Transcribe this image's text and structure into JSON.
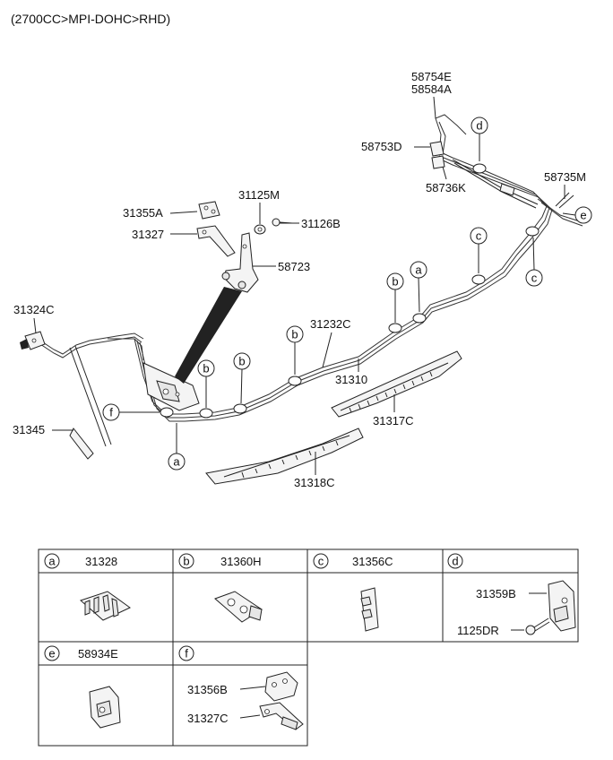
{
  "header": {
    "variant": "(2700CC>MPI-DOHC>RHD)"
  },
  "labels": {
    "p58754E": "58754E",
    "p58584A": "58584A",
    "p58753D": "58753D",
    "p58736K": "58736K",
    "p58735M": "58735M",
    "p31125M": "31125M",
    "p31126B": "31126B",
    "p31355A": "31355A",
    "p31327": "31327",
    "p58723": "58723",
    "p31324C": "31324C",
    "p31232C": "31232C",
    "p31310": "31310",
    "p31317C": "31317C",
    "p31318C": "31318C",
    "p31345": "31345"
  },
  "callouts": {
    "a": "a",
    "b": "b",
    "c": "c",
    "d": "d",
    "e": "e",
    "f": "f"
  },
  "legend": {
    "a": {
      "letter": "a",
      "part": "31328"
    },
    "b": {
      "letter": "b",
      "part": "31360H"
    },
    "c": {
      "letter": "c",
      "part": "31356C"
    },
    "d": {
      "letter": "d",
      "part1": "31359B",
      "part2": "1125DR"
    },
    "e": {
      "letter": "e",
      "part": "58934E"
    },
    "f": {
      "letter": "f",
      "part1": "31356B",
      "part2": "31327C"
    }
  },
  "icons": [
    "tube-clip",
    "bracket",
    "bolt",
    "grommet"
  ]
}
